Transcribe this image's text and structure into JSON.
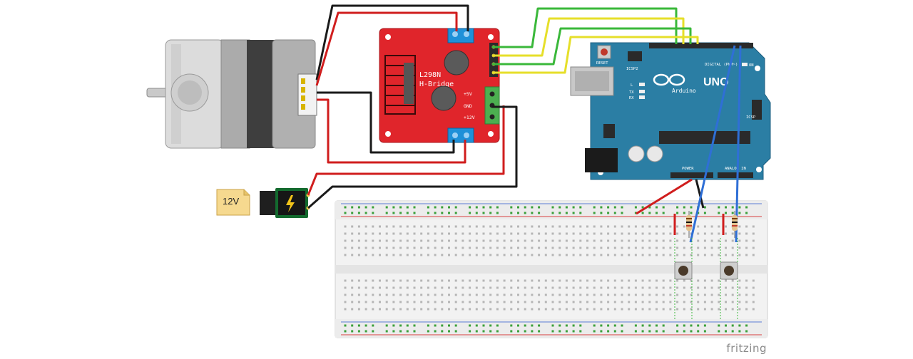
{
  "power_label": "12V",
  "driver": {
    "model": "L298N",
    "name": "H-Bridge",
    "pins": {
      "v5": "+5V",
      "gnd": "GND",
      "v12": "+12V"
    }
  },
  "arduino": {
    "brand": "Arduino",
    "model": "UNO",
    "reset": "RESET",
    "icsp2": "ICSP2",
    "icsp": "ICSP",
    "digital_header": "DIGITAL (PWM~)",
    "power_header": "POWER",
    "analog_header": "ANALOG IN",
    "led_l": "L",
    "led_tx": "TX",
    "led_rx": "RX",
    "led_on": "ON"
  },
  "breadboard": {
    "columns": 60
  },
  "watermark": "fritzing",
  "colors": {
    "wire_red": "#d01d1d",
    "wire_black": "#1a1a1a",
    "wire_green": "#3ab83a",
    "wire_yellow": "#e6df2a",
    "wire_blue": "#2f6fd6",
    "driver_board": "#e0252b",
    "arduino_board": "#2b7ea4",
    "breadboard": "#f0f0f0"
  }
}
